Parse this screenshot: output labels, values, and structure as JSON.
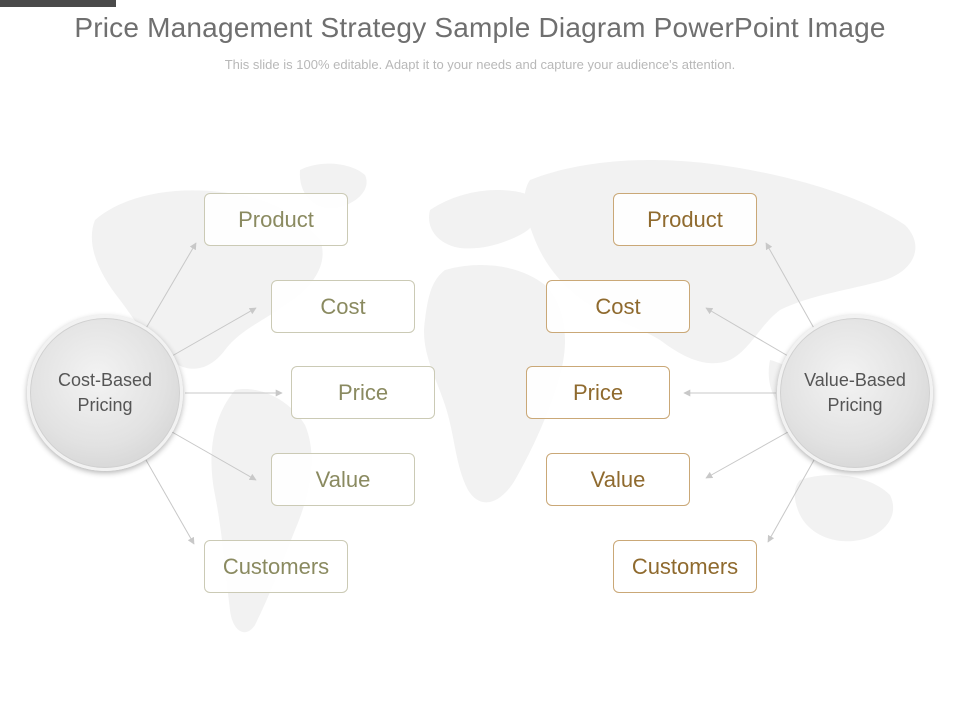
{
  "header": {
    "title": "Price Management Strategy Sample Diagram PowerPoint Image",
    "subtitle": "This slide is 100% editable. Adapt it to your needs and capture your audience's attention."
  },
  "left": {
    "hub": "Cost-Based\nPricing",
    "items": [
      "Product",
      "Cost",
      "Price",
      "Value",
      "Customers"
    ]
  },
  "right": {
    "hub": "Value-Based\nPricing",
    "items": [
      "Product",
      "Cost",
      "Price",
      "Value",
      "Customers"
    ]
  },
  "colors": {
    "left_border": "#cbcab5",
    "left_text": "#8a8a60",
    "right_border": "#caa877",
    "right_text": "#8f6a2e",
    "arrow": "#c8c8c8"
  }
}
